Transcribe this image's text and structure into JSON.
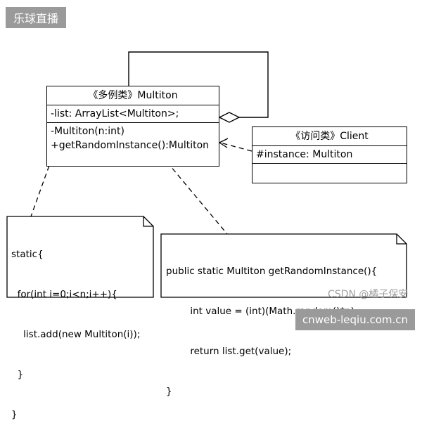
{
  "watermarks": {
    "top_left": "乐球直播",
    "bottom_right": "cnweb-leqiu.com.cn",
    "credit": "CSDN @橘子保安"
  },
  "multiton_class": {
    "stereotype_name": "《多例类》Multiton",
    "attributes": [
      "-list: ArrayList<Multiton>;"
    ],
    "operations": [
      "-Multiton(n:int)",
      "+getRandomInstance():Multiton"
    ]
  },
  "client_class": {
    "stereotype_name": "《访问类》Client",
    "attributes": [
      "#instance: Multiton"
    ],
    "operations": []
  },
  "note_static": {
    "lines": [
      "static{",
      "  for(int i=0;i<n;i++){",
      "    list.add(new Multiton(i));",
      "  }",
      "}"
    ]
  },
  "note_method": {
    "lines": [
      "public static Multiton getRandomInstance(){",
      "        int value = (int)(Math.random()*n);",
      "        return list.get(value);",
      "}"
    ]
  }
}
